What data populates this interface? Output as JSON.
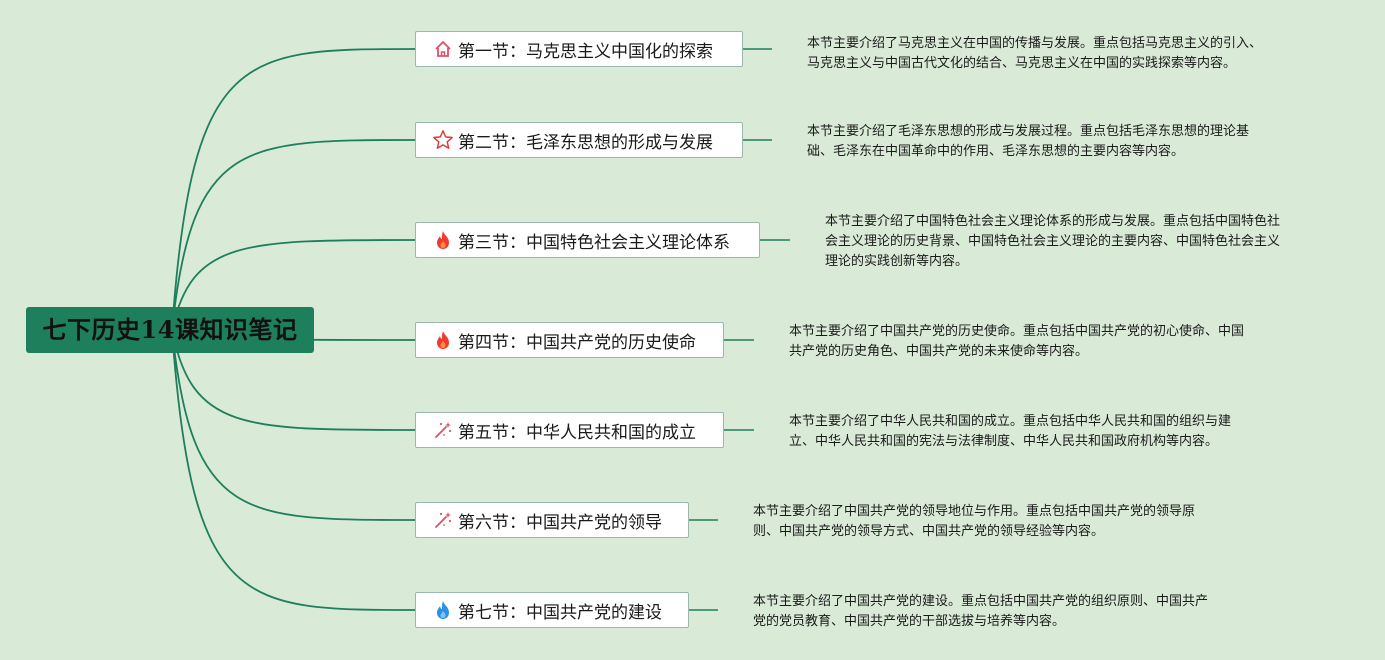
{
  "root": {
    "title": "七下历史14课知识笔记"
  },
  "colors": {
    "background": "#d9ead7",
    "root_fill": "#1e7f5c",
    "connector": "#1e7f5c",
    "topic_border": "#9cb8ad"
  },
  "sections": [
    {
      "label": "第一节：马克思主义中国化的探索",
      "icon": "house-icon",
      "description": [
        "本节主要介绍了马克思主义在中国的传播与发展。重点包括马克思主义的引入、",
        "马克思主义与中国古代文化的结合、马克思主义在中国的实践探索等内容。"
      ]
    },
    {
      "label": "第二节：毛泽东思想的形成与发展",
      "icon": "star-icon",
      "description": [
        "本节主要介绍了毛泽东思想的形成与发展过程。重点包括毛泽东思想的理论基",
        "础、毛泽东在中国革命中的作用、毛泽东思想的主要内容等内容。"
      ]
    },
    {
      "label": "第三节：中国特色社会主义理论体系",
      "icon": "fire-icon",
      "description": [
        "本节主要介绍了中国特色社会主义理论体系的形成与发展。重点包括中国特色社",
        "会主义理论的历史背景、中国特色社会主义理论的主要内容、中国特色社会主义",
        "理论的实践创新等内容。"
      ]
    },
    {
      "label": "第四节：中国共产党的历史使命",
      "icon": "fire-icon",
      "description": [
        "本节主要介绍了中国共产党的历史使命。重点包括中国共产党的初心使命、中国",
        "共产党的历史角色、中国共产党的未来使命等内容。"
      ]
    },
    {
      "label": "第五节：中华人民共和国的成立",
      "icon": "sparkle-wand-icon",
      "description": [
        "本节主要介绍了中华人民共和国的成立。重点包括中华人民共和国的组织与建",
        "立、中华人民共和国的宪法与法律制度、中华人民共和国政府机构等内容。"
      ]
    },
    {
      "label": "第六节：中国共产党的领导",
      "icon": "sparkle-wand-icon",
      "description": [
        "本节主要介绍了中国共产党的领导地位与作用。重点包括中国共产党的领导原",
        "则、中国共产党的领导方式、中国共产党的领导经验等内容。"
      ]
    },
    {
      "label": "第七节：中国共产党的建设",
      "icon": "blue-fire-icon",
      "description": [
        "本节主要介绍了中国共产党的建设。重点包括中国共产党的组织原则、中国共产",
        "党的党员教育、中国共产党的干部选拔与培养等内容。"
      ]
    }
  ]
}
